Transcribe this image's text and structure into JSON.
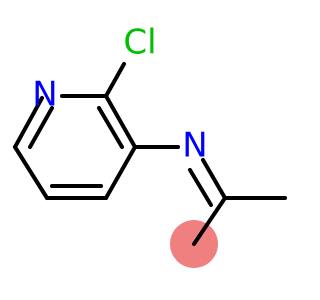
{
  "molecule": {
    "atoms": {
      "ring_nitrogen": "N",
      "chlorine": "Cl",
      "imine_nitrogen": "N"
    },
    "colors": {
      "bond": "#000000",
      "nitrogen": "#0000FF",
      "chlorine": "#00C000",
      "highlight": "#F08080"
    }
  }
}
